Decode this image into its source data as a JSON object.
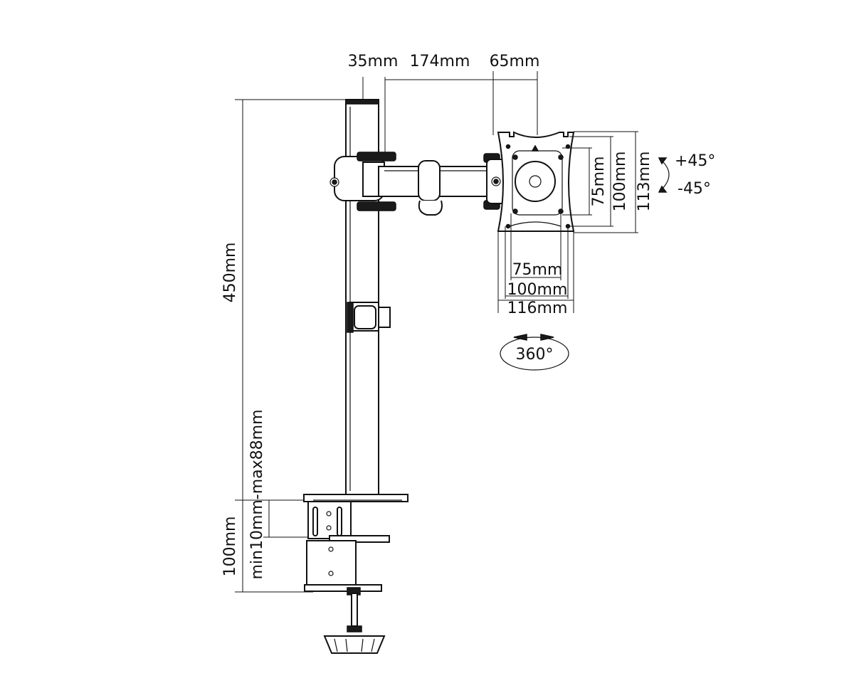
{
  "dimensions": {
    "offset_35": "35mm",
    "arm_174": "174mm",
    "offset_65": "65mm",
    "pole_450": "450mm",
    "clamp_range": "min10mm-max88mm",
    "clamp_100": "100mm",
    "vesa_75_v": "75mm",
    "vesa_100_v": "100mm",
    "plate_113": "113mm",
    "vesa_75_h": "75mm",
    "vesa_100_h": "100mm",
    "plate_116": "116mm"
  },
  "rotation": {
    "tilt_up": "+45°",
    "tilt_down": "-45°",
    "swivel": "360°"
  },
  "colors": {
    "line": "#111111",
    "background": "#ffffff"
  }
}
